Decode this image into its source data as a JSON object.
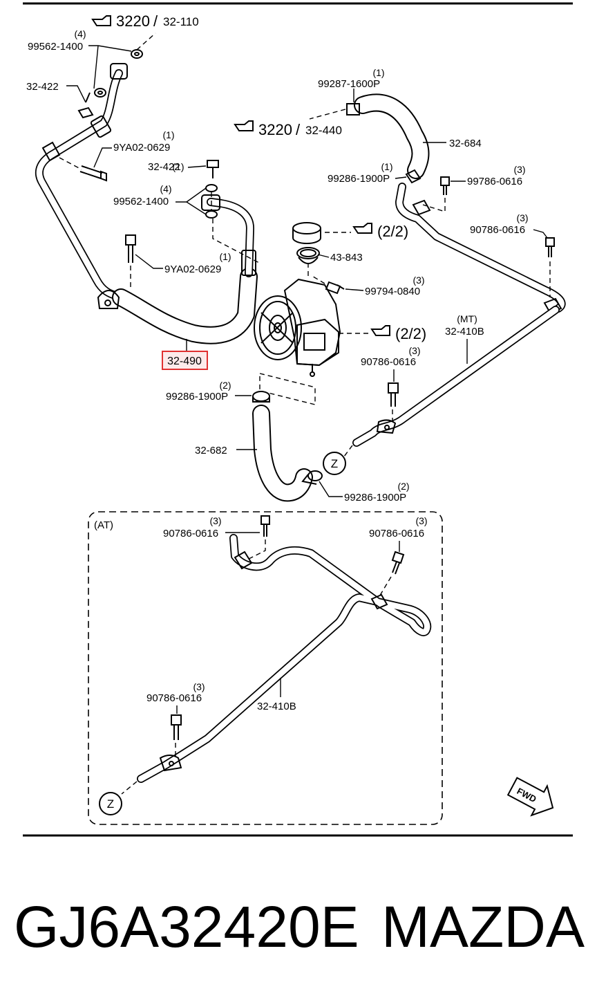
{
  "diagram": {
    "ref_3220_a": {
      "code": "3220",
      "sub": "32-110"
    },
    "ref_3220_b": {
      "code": "3220",
      "sub": "32-440"
    },
    "ref_22_a": "(2/2)",
    "ref_22_b": "(2/2)",
    "parts": {
      "p_99562_top": {
        "num": "99562-1400",
        "qty": "(4)"
      },
      "p_32422_top": {
        "num": "32-422"
      },
      "p_9YA02_top": {
        "num": "9YA02-0629",
        "qty": "(1)"
      },
      "p_32422_mid": {
        "num": "32-422",
        "qty": "(1)"
      },
      "p_99562_mid": {
        "num": "99562-1400",
        "qty": "(4)"
      },
      "p_9YA02_mid": {
        "num": "9YA02-0629",
        "qty": "(1)"
      },
      "p_32490": {
        "num": "32-490"
      },
      "p_99287": {
        "num": "99287-1600P",
        "qty": "(1)"
      },
      "p_32684": {
        "num": "32-684"
      },
      "p_99286_a": {
        "num": "99286-1900P",
        "qty": "(1)"
      },
      "p_99786": {
        "num": "99786-0616",
        "qty": "(3)"
      },
      "p_90786_r": {
        "num": "90786-0616",
        "qty": "(3)"
      },
      "p_43843": {
        "num": "43-843"
      },
      "p_99794": {
        "num": "99794-0840",
        "qty": "(3)"
      },
      "p_mt": {
        "num": "32-410B",
        "qty": "(MT)"
      },
      "p_90786_c": {
        "num": "90786-0616",
        "qty": "(3)"
      },
      "p_99286_b": {
        "num": "99286-1900P",
        "qty": "(2)"
      },
      "p_32682": {
        "num": "32-682"
      },
      "p_99286_c": {
        "num": "99286-1900P",
        "qty": "(2)"
      },
      "at_label": "(AT)",
      "at_90786_a": {
        "num": "90786-0616",
        "qty": "(3)"
      },
      "at_90786_b": {
        "num": "90786-0616",
        "qty": "(3)"
      },
      "at_32410B": {
        "num": "32-410B"
      },
      "at_90786_c": {
        "num": "90786-0616",
        "qty": "(3)"
      }
    },
    "connector_z": "Z",
    "fwd": "FWD",
    "highlight_color": "#e03030"
  },
  "footer": {
    "part_number": "GJ6A32420E",
    "brand": "MAZDA"
  }
}
